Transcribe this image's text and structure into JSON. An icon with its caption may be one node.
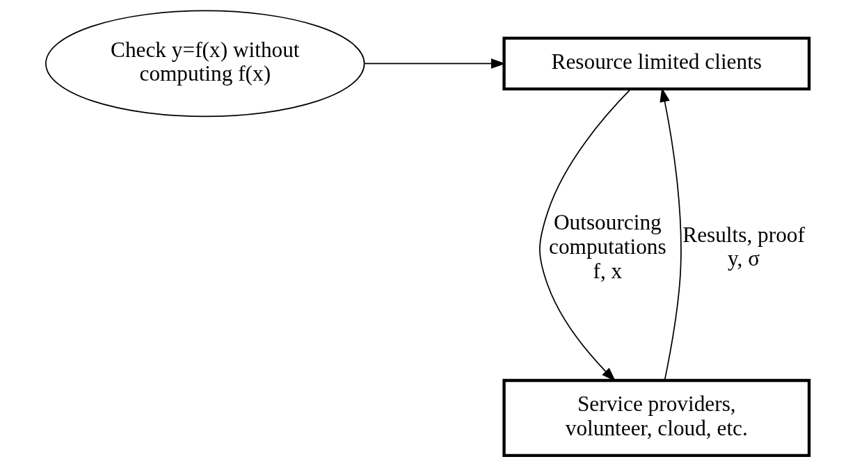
{
  "diagram": {
    "nodes": [
      {
        "text": [
          "Resource limited clients"
        ]
      },
      {
        "text": [
          "Service providers, volunteer, cloud, etc."
        ]
      },
      {
        "text": [
          "Check y=f(x) without computing f(x)"
        ]
      }
    ],
    "edges": [
      {
        "from": 0,
        "to": 1,
        "arrow": "to",
        "label": "Outsourcing computations f, x"
      },
      {
        "from": 1,
        "to": 0,
        "arrow": "to",
        "label": "Results, proof y, σ"
      },
      {
        "from": 2,
        "to": 0,
        "arrow": "to"
      }
    ]
  }
}
